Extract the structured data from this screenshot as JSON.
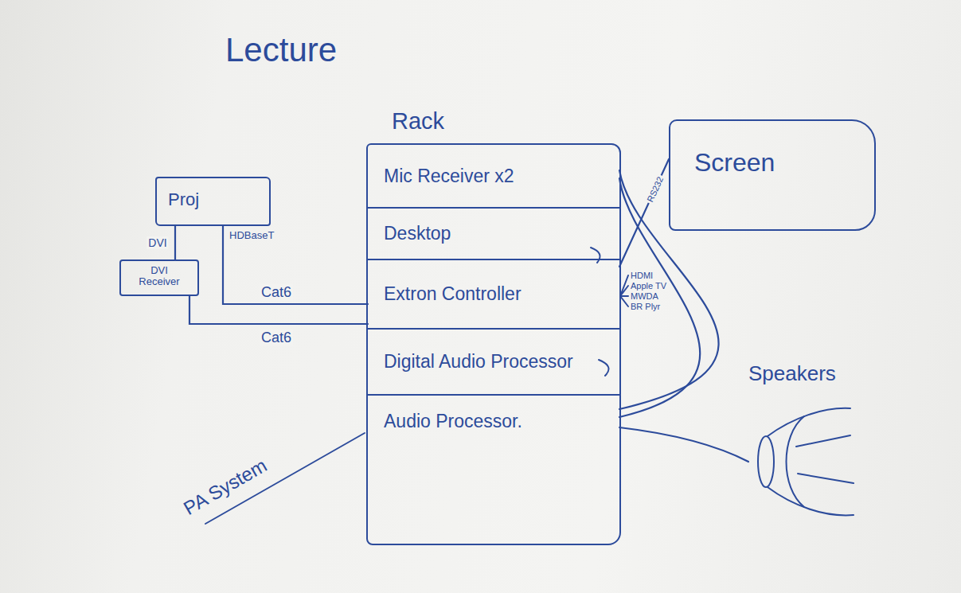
{
  "diagram": {
    "title": "Lecture",
    "nodes": [
      {
        "text": [
          "Rack"
        ]
      },
      {
        "text": [
          "Mic Receiver x2"
        ],
        "in": 0
      },
      {
        "text": [
          "Desktop"
        ],
        "in": 0
      },
      {
        "text": [
          "Extron Controller"
        ],
        "in": 0
      },
      {
        "text": [
          "Digital Audio Processor"
        ],
        "in": 0
      },
      {
        "text": [
          "Audio Processor."
        ],
        "in": 0
      },
      {
        "text": [
          "Screen"
        ]
      },
      {
        "text": [
          "Proj"
        ]
      },
      {
        "text": [
          "DVI Receiver"
        ]
      },
      {
        "text": [
          "Speakers"
        ]
      }
    ],
    "edges": [
      {
        "from": 7,
        "to": 3,
        "label": "Cat6",
        "arrow": "none"
      },
      {
        "from": 8,
        "to": 3,
        "label": "Cat6",
        "arrow": "none"
      },
      {
        "from": 8,
        "to": 7,
        "label": "DVI",
        "arrow": "none"
      },
      {
        "from": 3,
        "to": 6,
        "label": "RS232",
        "arrow": "none"
      },
      {
        "from": 1,
        "to": 5,
        "arrow": "none"
      },
      {
        "from": 1,
        "to": 5,
        "arrow": "none"
      },
      {
        "from": 5,
        "to": 9,
        "arrow": "none"
      }
    ],
    "labels": [
      "HDBaseT",
      "HDMI",
      "Apple TV",
      "MWDA",
      "BR Plyr",
      "PA System"
    ]
  }
}
